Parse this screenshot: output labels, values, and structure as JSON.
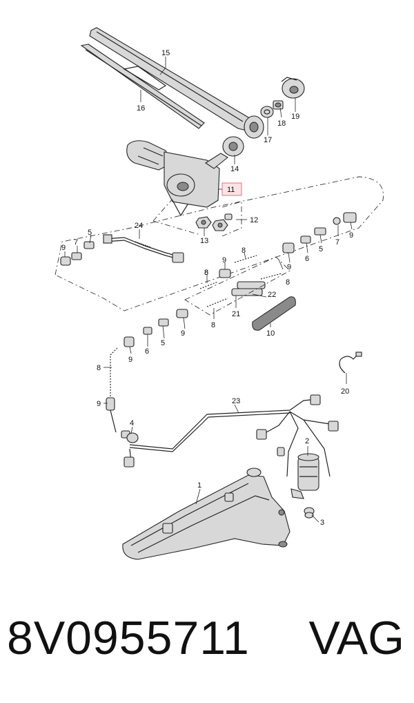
{
  "diagram": {
    "labels": [
      "15",
      "16",
      "19",
      "18",
      "17",
      "14",
      "11",
      "12",
      "13",
      "24",
      "5",
      "7",
      "9",
      "8",
      "9",
      "8",
      "9",
      "6",
      "5",
      "7",
      "9",
      "8",
      "8",
      "22",
      "21",
      "10",
      "8",
      "9",
      "9",
      "6",
      "5",
      "8",
      "9",
      "20",
      "23",
      "4",
      "2",
      "1",
      "3"
    ],
    "highlighted_label": "11"
  },
  "footer": {
    "part_number": "8V0955711",
    "brand": "VAG"
  }
}
